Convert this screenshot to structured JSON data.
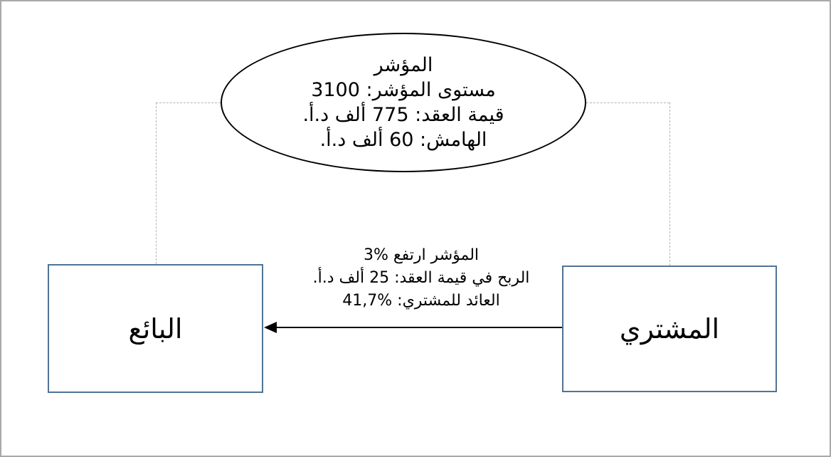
{
  "diagram": {
    "index_ellipse": {
      "lines": [
        "المؤشر",
        "مستوى المؤشر: 3100",
        "قيمة العقد: 775 ألف د.أ.",
        "الهامش: 60 ألف د.أ."
      ]
    },
    "arrow_label": {
      "lines": [
        "المؤشر ارتفع %3",
        "الربح في قيمة العقد: 25 ألف د.أ.",
        "العائد للمشتري: %41,7"
      ]
    },
    "nodes": {
      "seller": {
        "label": "البائع"
      },
      "buyer": {
        "label": "المشتري"
      }
    },
    "colors": {
      "node_border": "#4f7396",
      "ellipse_stroke": "#000000",
      "arrow": "#000000",
      "dashed_connector": "#b3b3b3",
      "canvas_border": "#a9a9a9",
      "text": "#000000",
      "background": "#ffffff"
    }
  }
}
